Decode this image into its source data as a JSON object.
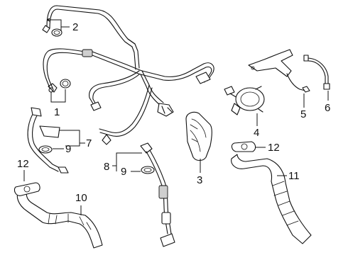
{
  "callouts": [
    {
      "id": "1",
      "text": "1"
    },
    {
      "id": "2",
      "text": "2"
    },
    {
      "id": "3",
      "text": "3"
    },
    {
      "id": "4",
      "text": "4"
    },
    {
      "id": "5",
      "text": "5"
    },
    {
      "id": "6",
      "text": "6"
    },
    {
      "id": "7",
      "text": "7"
    },
    {
      "id": "8",
      "text": "8"
    },
    {
      "id": "9a",
      "text": "9"
    },
    {
      "id": "9b",
      "text": "9"
    },
    {
      "id": "10",
      "text": "10"
    },
    {
      "id": "11",
      "text": "11"
    },
    {
      "id": "12a",
      "text": "12"
    },
    {
      "id": "12b",
      "text": "12"
    }
  ],
  "colors": {
    "ink": "#111111",
    "background": "#ffffff",
    "shade": "#cfcfcf"
  }
}
